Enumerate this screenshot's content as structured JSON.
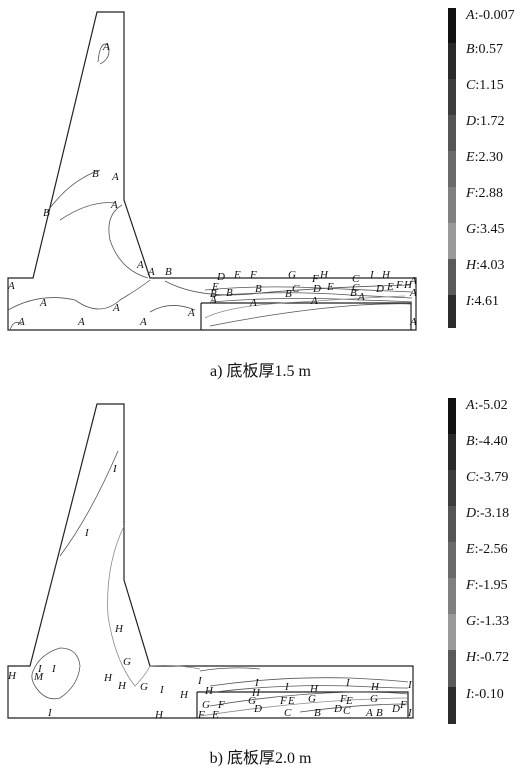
{
  "panels": [
    {
      "caption": "a) 底板厚1.5 m",
      "legend": [
        {
          "letter": "A",
          "value": ":-0.007",
          "color": "#111111"
        },
        {
          "letter": "B",
          "value": ":0.57",
          "color": "#2a2a2a"
        },
        {
          "letter": "C",
          "value": ":1.15",
          "color": "#3c3c3c"
        },
        {
          "letter": "D",
          "value": ":1.72",
          "color": "#555555"
        },
        {
          "letter": "E",
          "value": ":2.30",
          "color": "#6a6a6a"
        },
        {
          "letter": "F",
          "value": ":2.88",
          "color": "#808080"
        },
        {
          "letter": "G",
          "value": ":3.45",
          "color": "#9a9a9a"
        },
        {
          "letter": "H",
          "value": ":4.03",
          "color": "#5a5a5a"
        },
        {
          "letter": "I",
          "value": ":4.61",
          "color": "#2c2c2c"
        }
      ]
    },
    {
      "caption": "b) 底板厚2.0 m",
      "legend": [
        {
          "letter": "A",
          "value": ":-5.02",
          "color": "#111111"
        },
        {
          "letter": "B",
          "value": ":-4.40",
          "color": "#2a2a2a"
        },
        {
          "letter": "C",
          "value": ":-3.79",
          "color": "#3c3c3c"
        },
        {
          "letter": "D",
          "value": ":-3.18",
          "color": "#555555"
        },
        {
          "letter": "E",
          "value": ":-2.56",
          "color": "#6a6a6a"
        },
        {
          "letter": "F",
          "value": ":-1.95",
          "color": "#808080"
        },
        {
          "letter": "G",
          "value": ":-1.33",
          "color": "#9a9a9a"
        },
        {
          "letter": "H",
          "value": ":-0.72",
          "color": "#5a5a5a"
        },
        {
          "letter": "I",
          "value": ":-0.10",
          "color": "#2c2c2c"
        }
      ]
    }
  ]
}
